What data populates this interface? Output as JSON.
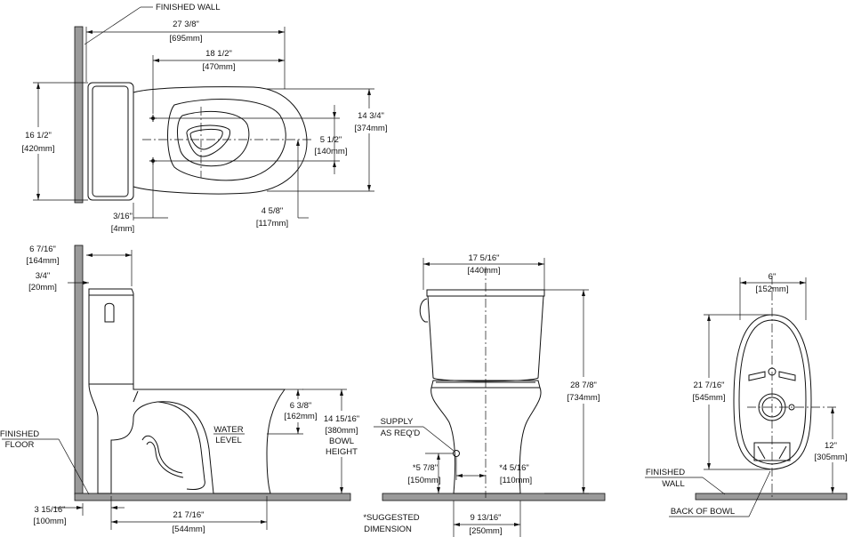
{
  "labels": {
    "finished_wall_top": "FINISHED WALL",
    "finished_floor_line1": "FINISHED",
    "finished_floor_line2": "FLOOR",
    "water_level_line1": "WATER",
    "water_level_line2": "LEVEL",
    "bowl_height_line1": "BOWL",
    "bowl_height_line2": "HEIGHT",
    "supply_line1": "SUPPLY",
    "supply_line2": "AS REQ'D",
    "suggested_line1": "*SUGGESTED",
    "suggested_line2": "DIMENSION",
    "finished_wall_side_line1": "FINISHED",
    "finished_wall_side_line2": "WALL",
    "back_of_bowl": "BACK OF BOWL"
  },
  "dimensions": {
    "top_overall_length": {
      "imperial": "27 3/8\"",
      "metric": "[695mm]"
    },
    "top_bowl_length": {
      "imperial": "18 1/2\"",
      "metric": "[470mm]"
    },
    "top_tank_depth": {
      "imperial": "16 1/2\"",
      "metric": "[420mm]"
    },
    "top_bowl_width": {
      "imperial": "14 3/4\"",
      "metric": "[374mm]"
    },
    "top_bolt_spacing": {
      "imperial": "5 1/2\"",
      "metric": "[140mm]"
    },
    "top_bolt_offset": {
      "imperial": "4 5/8\"",
      "metric": "[117mm]"
    },
    "top_wall_gap": {
      "imperial": "3/16\"",
      "metric": "[4mm]"
    },
    "side_tank_depth": {
      "imperial": "6 7/16\"",
      "metric": "[164mm]"
    },
    "side_lid_offset": {
      "imperial": "3/4\"",
      "metric": "[20mm]"
    },
    "side_water_level": {
      "imperial": "6 3/8\"",
      "metric": "[162mm]"
    },
    "side_bowl_height": {
      "imperial": "14 15/16\"",
      "metric": "[380mm]"
    },
    "side_roughin": {
      "imperial": "3 15/16\"",
      "metric": "[100mm]"
    },
    "side_base_length": {
      "imperial": "21 7/16\"",
      "metric": "[544mm]"
    },
    "front_tank_width": {
      "imperial": "17 5/16\"",
      "metric": "[440mm]"
    },
    "front_overall_height": {
      "imperial": "28 7/8\"",
      "metric": "[734mm]"
    },
    "front_supply_height": {
      "imperial": "*5 7/8\"",
      "metric": "[150mm]"
    },
    "front_supply_offset": {
      "imperial": "*4 5/16\"",
      "metric": "[110mm]"
    },
    "front_base_width": {
      "imperial": "9 13/16\"",
      "metric": "[250mm]"
    },
    "outlet_width": {
      "imperial": "6\"",
      "metric": "[152mm]"
    },
    "outlet_bowl_length": {
      "imperial": "21 7/16\"",
      "metric": "[545mm]"
    },
    "outlet_roughin": {
      "imperial": "12\"",
      "metric": "[305mm]"
    }
  }
}
